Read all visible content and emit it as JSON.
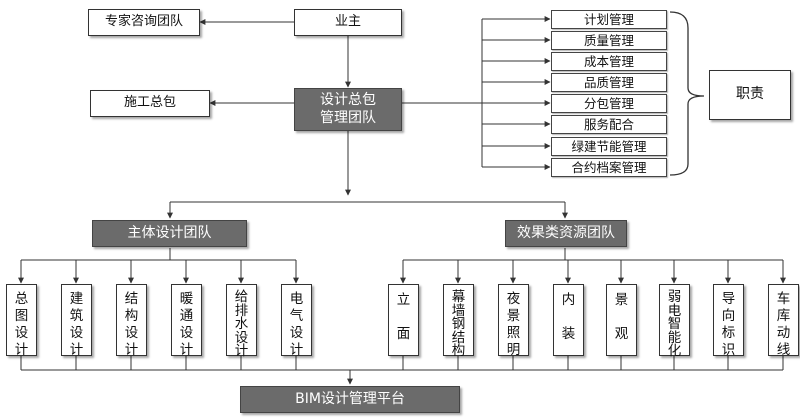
{
  "owner": "业主",
  "expert_team": "专家咨询团队",
  "construction_contractor": "施工总包",
  "design_management_team": "设计总包\n管理团队",
  "responsibilities_label": "职责",
  "duties": [
    "计划管理",
    "质量管理",
    "成本管理",
    "品质管理",
    "分包管理",
    "服务配合",
    "绿建节能管理",
    "合约档案管理"
  ],
  "main_design_team": "主体设计团队",
  "effect_resource_team": "效果类资源团队",
  "main_design_specialties": [
    "总图设计",
    "建筑设计",
    "结构设计",
    "暖通设计",
    "给排水设计",
    "电气设计"
  ],
  "effect_specialties": [
    "立面",
    "幕墙钢结构",
    "夜景照明",
    "内装",
    "景观",
    "弱电智能化",
    "导向标识",
    "车库动线"
  ],
  "bim_platform": "BIM设计管理平台",
  "colors": {
    "dark_box": "#6b6b6b",
    "line": "#333333"
  }
}
